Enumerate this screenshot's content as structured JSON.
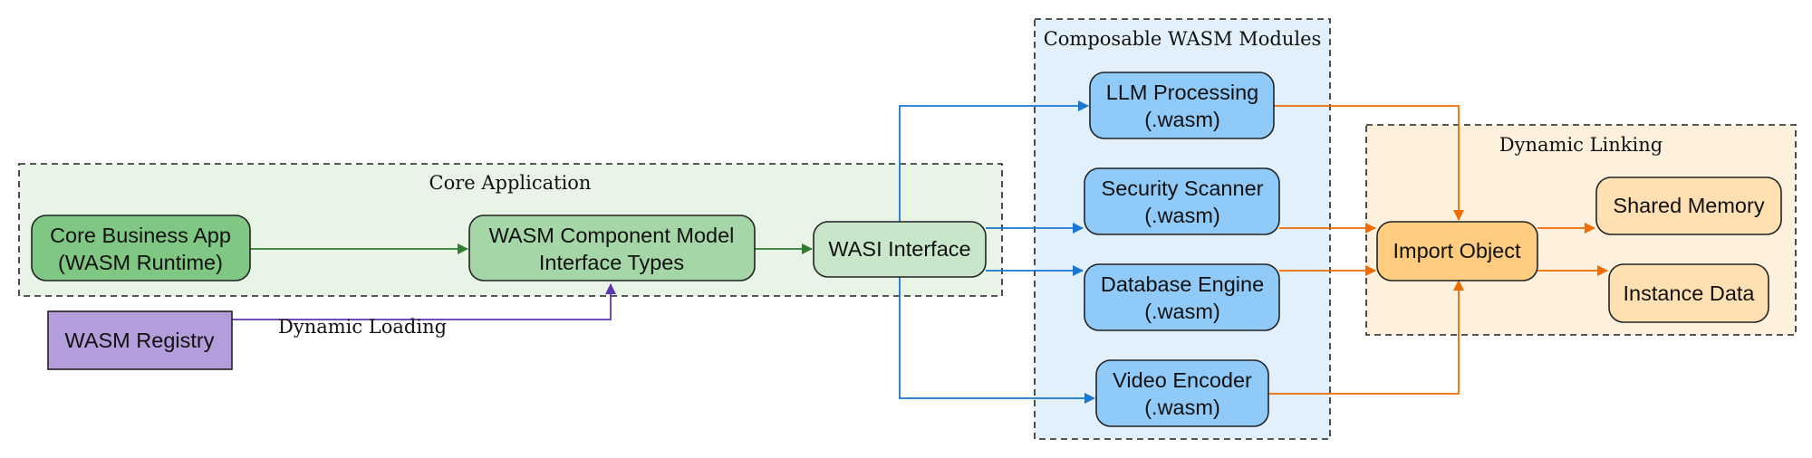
{
  "colors": {
    "core_cluster_fill": "#e8f4e6",
    "modules_cluster_fill": "#e1f0fb",
    "linking_cluster_fill": "#fdf0dc",
    "green_dark": "#81c784",
    "green_mid": "#a5d6a7",
    "green_light": "#c8e6c9",
    "blue_node": "#90caf9",
    "orange_node": "#ffcc80",
    "orange_light": "#ffe0b2",
    "purple_node": "#b39ddb",
    "edge_green": "#2e7d32",
    "edge_blue": "#1976d2",
    "edge_orange": "#ef6c00",
    "edge_purple": "#5e35b1"
  },
  "clusters": {
    "core": {
      "label": "Core Application"
    },
    "modules": {
      "label": "Composable WASM Modules"
    },
    "linking": {
      "label": "Dynamic Linking"
    }
  },
  "nodes": {
    "core_app": {
      "line1": "Core Business App",
      "line2": "(WASM Runtime)"
    },
    "component_model": {
      "line1": "WASM Component Model",
      "line2": "Interface Types"
    },
    "wasi": {
      "line1": "WASI Interface"
    },
    "registry": {
      "line1": "WASM Registry"
    },
    "llm": {
      "line1": "LLM Processing",
      "line2": "(.wasm)"
    },
    "security": {
      "line1": "Security Scanner",
      "line2": "(.wasm)"
    },
    "database": {
      "line1": "Database Engine",
      "line2": "(.wasm)"
    },
    "video": {
      "line1": "Video Encoder",
      "line2": "(.wasm)"
    },
    "import": {
      "line1": "Import Object"
    },
    "shared_memory": {
      "line1": "Shared Memory"
    },
    "instance_data": {
      "line1": "Instance Data"
    }
  },
  "edge_labels": {
    "dynamic_loading": "Dynamic Loading"
  }
}
